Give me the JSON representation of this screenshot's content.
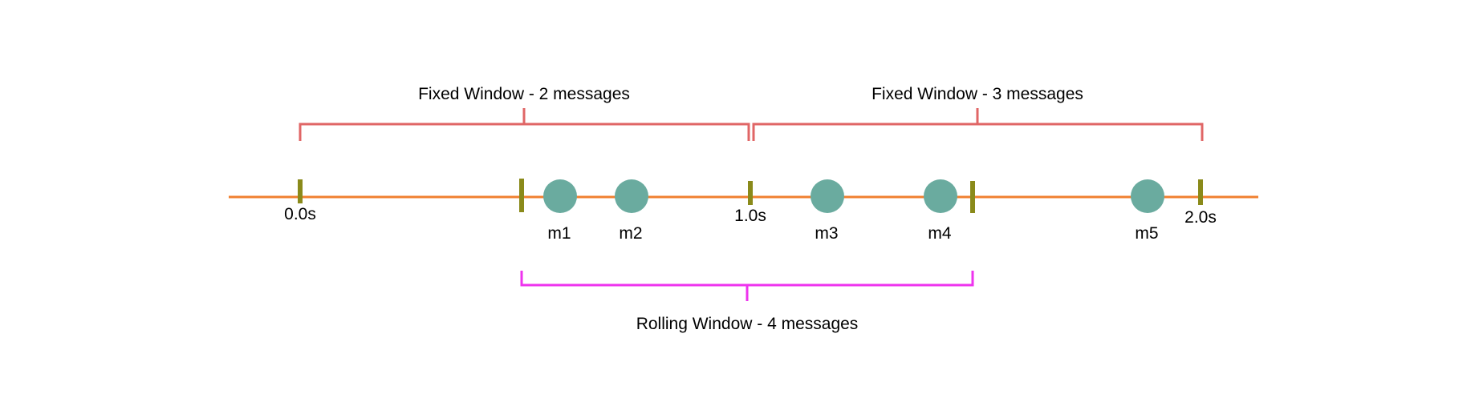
{
  "colors": {
    "timeline": "#f08030",
    "tick": "#8a8a1a",
    "message": "#6aab9f",
    "fixed_window": "#e06666",
    "rolling_window": "#ee33ee"
  },
  "ticks": [
    {
      "label": "0.0s"
    },
    {
      "label": ""
    },
    {
      "label": "1.0s"
    },
    {
      "label": ""
    },
    {
      "label": "2.0s"
    }
  ],
  "messages": [
    {
      "label": "m1"
    },
    {
      "label": "m2"
    },
    {
      "label": "m3"
    },
    {
      "label": "m4"
    },
    {
      "label": "m5"
    }
  ],
  "fixed_windows": [
    {
      "label": "Fixed Window - 2 messages"
    },
    {
      "label": "Fixed Window - 3 messages"
    }
  ],
  "rolling_window": {
    "label": "Rolling Window - 4 messages"
  }
}
